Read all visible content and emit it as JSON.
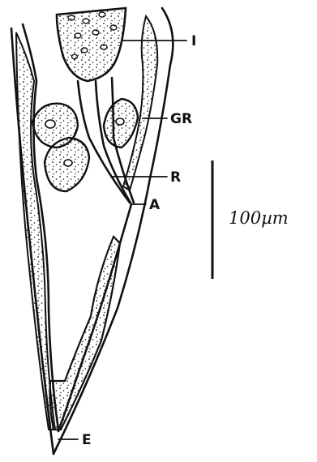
{
  "figure": {
    "labels": {
      "intestine": "I",
      "rectal_glands": "GR",
      "rectum": "R",
      "anus": "A",
      "tail_end": "E"
    },
    "scale_bar": {
      "text": "100µm"
    }
  },
  "colors": {
    "ink": "#111111",
    "background": "#ffffff"
  }
}
